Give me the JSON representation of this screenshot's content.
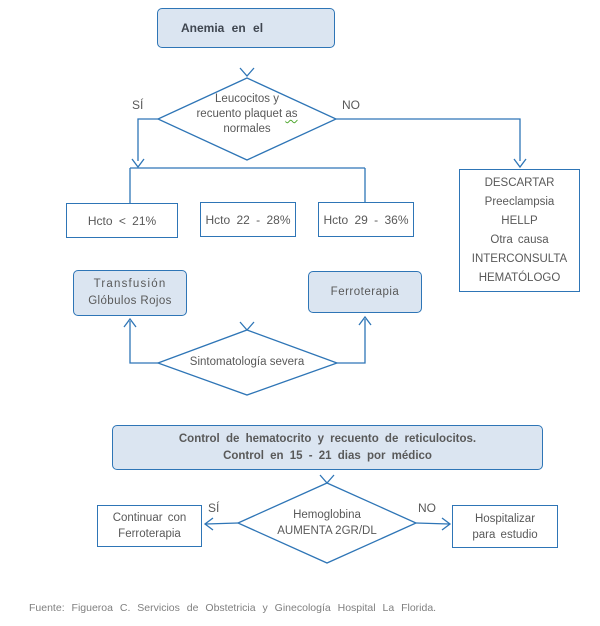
{
  "title_box": {
    "label": "Anemia en el"
  },
  "decision1": {
    "line1": "Leucocitos y",
    "line2_text": "recuento plaquet",
    "line2_misspell": "as",
    "line3": "normales",
    "yes_label": "SÍ",
    "no_label": "NO"
  },
  "hcto_boxes": [
    {
      "label": "Hcto < 21%"
    },
    {
      "label": "Hcto 22 - 28%"
    },
    {
      "label": "Hcto 29 - 36%"
    }
  ],
  "descartar_box": {
    "lines": [
      "DESCARTAR",
      "Preeclampsia",
      "HELLP",
      "Otra causa",
      "INTERCONSULTA",
      "HEMATÓLOGO"
    ]
  },
  "transfusion_box": {
    "line1": "Transfusión",
    "line2": "Glóbulos Rojos"
  },
  "ferroterapia_box": {
    "label": "Ferroterapia"
  },
  "decision2": {
    "label": "Sintomatología severa"
  },
  "control_box": {
    "line1": "Control de hematocrito y recuento de reticulocitos.",
    "line2": "Control en 15 - 21 dias por médico"
  },
  "decision3": {
    "line1": "Hemoglobina",
    "line2": "AUMENTA 2GR/DL",
    "yes_label": "SÍ",
    "no_label": "NO"
  },
  "continuar_box": {
    "line1": "Continuar con",
    "line2": "Ferroterapia"
  },
  "hospitalizar_box": {
    "line1": "Hospitalizar",
    "line2": "para estudio"
  },
  "footer": {
    "source": "Fuente: Figueroa C. Servicios de Obstetricia y Ginecología Hospital La Florida."
  },
  "colors": {
    "line_blue": "#2e75b6",
    "box_fill_light": "#dbe5f1",
    "text_gray": "#595959"
  }
}
